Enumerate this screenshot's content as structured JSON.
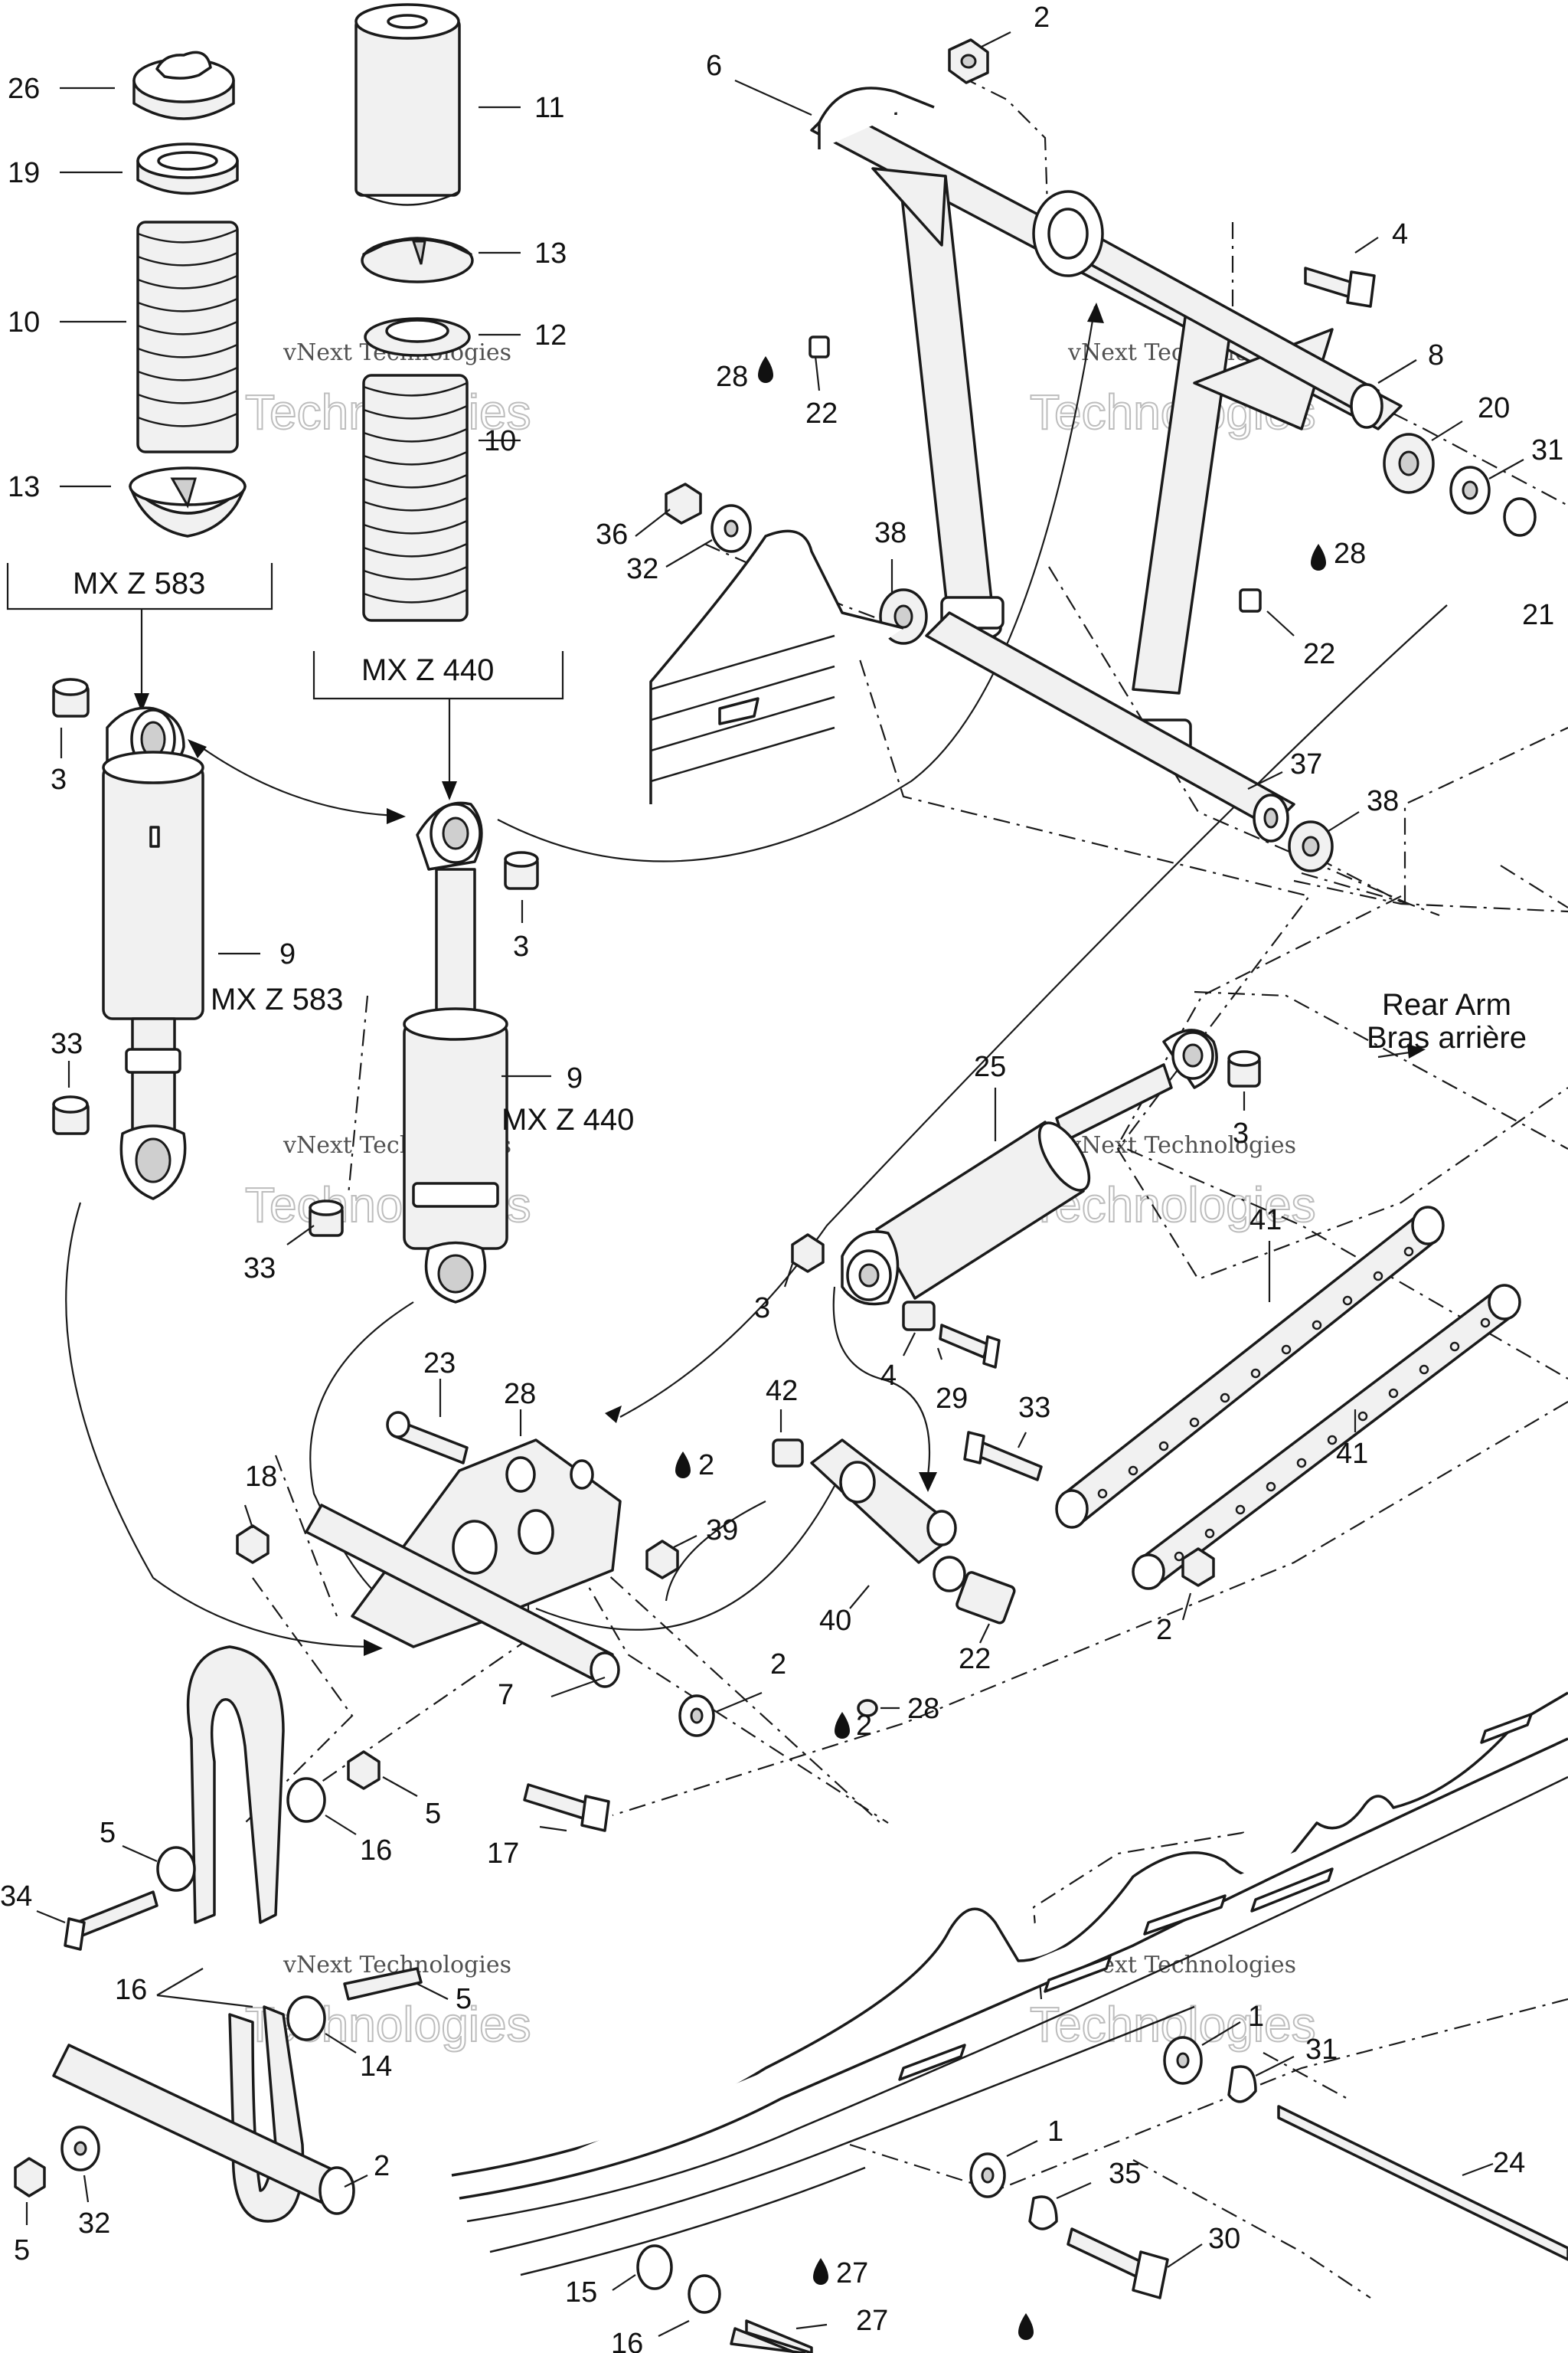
{
  "model_labels": {
    "mxz583": "MX Z 583",
    "mxz440": "MX Z 440"
  },
  "rear_arm": {
    "en": "Rear Arm",
    "fr": "Bras arrière"
  },
  "watermark": {
    "line1": "vNext Technologies",
    "line2": "Technologies"
  },
  "callouts": [
    "26",
    "19",
    "10",
    "13",
    "11",
    "13",
    "12",
    "10",
    "3",
    "9",
    "33",
    "3",
    "9",
    "33",
    "2",
    "6",
    "4",
    "8",
    "20",
    "31",
    "21",
    "28",
    "22",
    "36",
    "32",
    "38",
    "28",
    "22",
    "37",
    "38",
    "25",
    "3",
    "41",
    "41",
    "2",
    "3",
    "4",
    "29",
    "33",
    "42",
    "23",
    "28",
    "2",
    "39",
    "40",
    "22",
    "28",
    "2",
    "18",
    "7",
    "2",
    "5",
    "5",
    "16",
    "34",
    "17",
    "16",
    "5",
    "14",
    "2",
    "5",
    "32",
    "1",
    "31",
    "1",
    "35",
    "24",
    "30",
    "15",
    "16",
    "27",
    "27"
  ],
  "colors": {
    "line": "#1a1a1a",
    "background": "#ffffff",
    "shading": "#cfcfcf"
  }
}
